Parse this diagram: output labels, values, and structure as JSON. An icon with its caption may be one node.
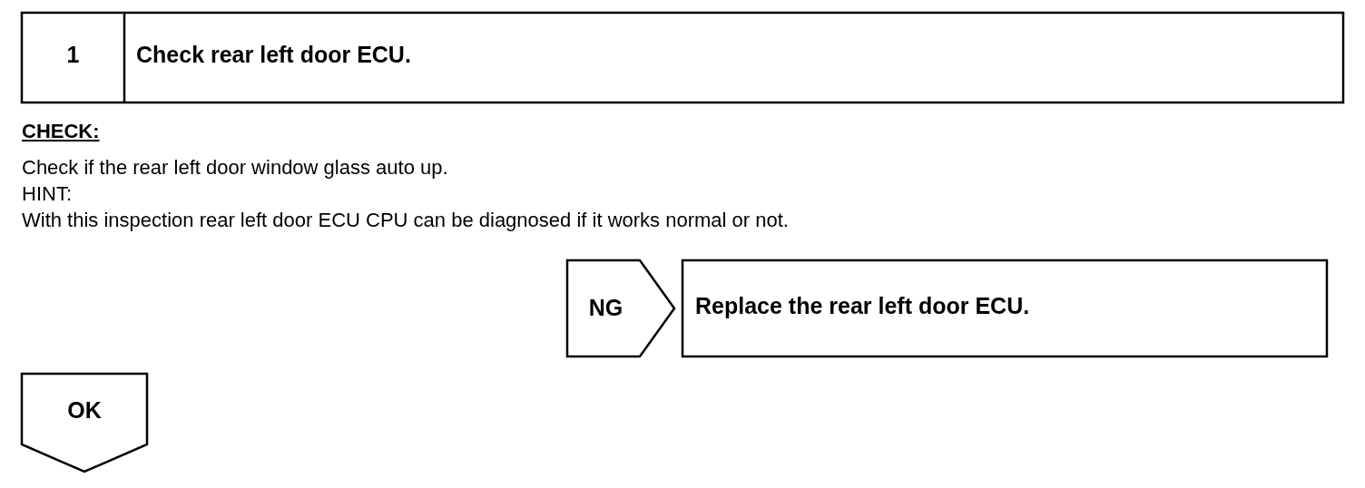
{
  "diagram": {
    "nodes": [
      {
        "text": [
          "1",
          "Check rear left door ECU."
        ]
      },
      {
        "text": [
          "NG"
        ]
      },
      {
        "text": [
          "Replace the rear left door ECU."
        ]
      },
      {
        "text": [
          "OK"
        ]
      }
    ],
    "labels": [
      "CHECK:",
      "Check if the rear left door window glass auto up.",
      "HINT:",
      "With this inspection rear left door ECU CPU can be diagnosed if it works normal or not."
    ]
  }
}
